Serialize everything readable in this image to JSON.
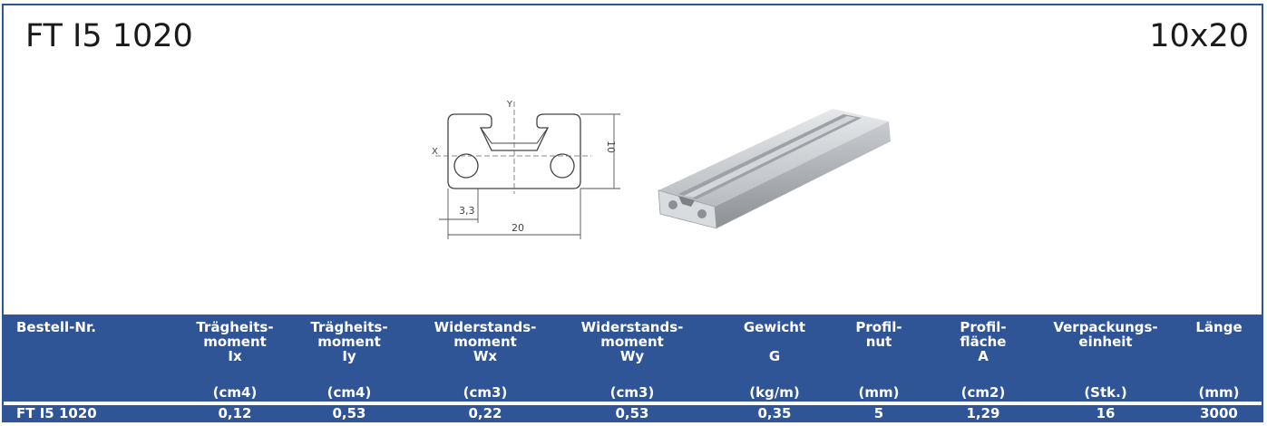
{
  "header": {
    "title": "FT I5 1020",
    "size": "10x20"
  },
  "drawing": {
    "axis_y": "Y",
    "axis_x": "X",
    "dim_height": "10",
    "dim_hole": "3,3",
    "dim_width": "20"
  },
  "table": {
    "headers": [
      {
        "lines": [
          "Bestell-Nr."
        ],
        "unit": ""
      },
      {
        "lines": [
          "Trägheits-",
          "moment",
          "Ix"
        ],
        "unit": "(cm4)"
      },
      {
        "lines": [
          "Trägheits-",
          "moment",
          "Iy"
        ],
        "unit": "(cm4)"
      },
      {
        "lines": [
          "Widerstands-",
          "moment",
          "Wx"
        ],
        "unit": "(cm3)"
      },
      {
        "lines": [
          "Widerstands-",
          "moment",
          "Wy"
        ],
        "unit": "(cm3)"
      },
      {
        "lines": [
          "Gewicht",
          "",
          "G"
        ],
        "unit": "(kg/m)"
      },
      {
        "lines": [
          "Profil-",
          "nut"
        ],
        "unit": "(mm)"
      },
      {
        "lines": [
          "Profil-",
          "fläche",
          "A"
        ],
        "unit": "(cm2)"
      },
      {
        "lines": [
          "Verpackungs-",
          "einheit"
        ],
        "unit": "(Stk.)"
      },
      {
        "lines": [
          "Länge"
        ],
        "unit": "(mm)"
      }
    ],
    "row": [
      "FT I5 1020",
      "0,12",
      "0,53",
      "0,22",
      "0,53",
      "0,35",
      "5",
      "1,29",
      "16",
      "3000"
    ]
  },
  "colors": {
    "header_bg": "#2f5597",
    "header_text": "#ffffff",
    "border": "#2f5597"
  },
  "icons": {
    "drawing": "profile-cross-section-drawing",
    "photo": "aluminium-profile-image"
  }
}
